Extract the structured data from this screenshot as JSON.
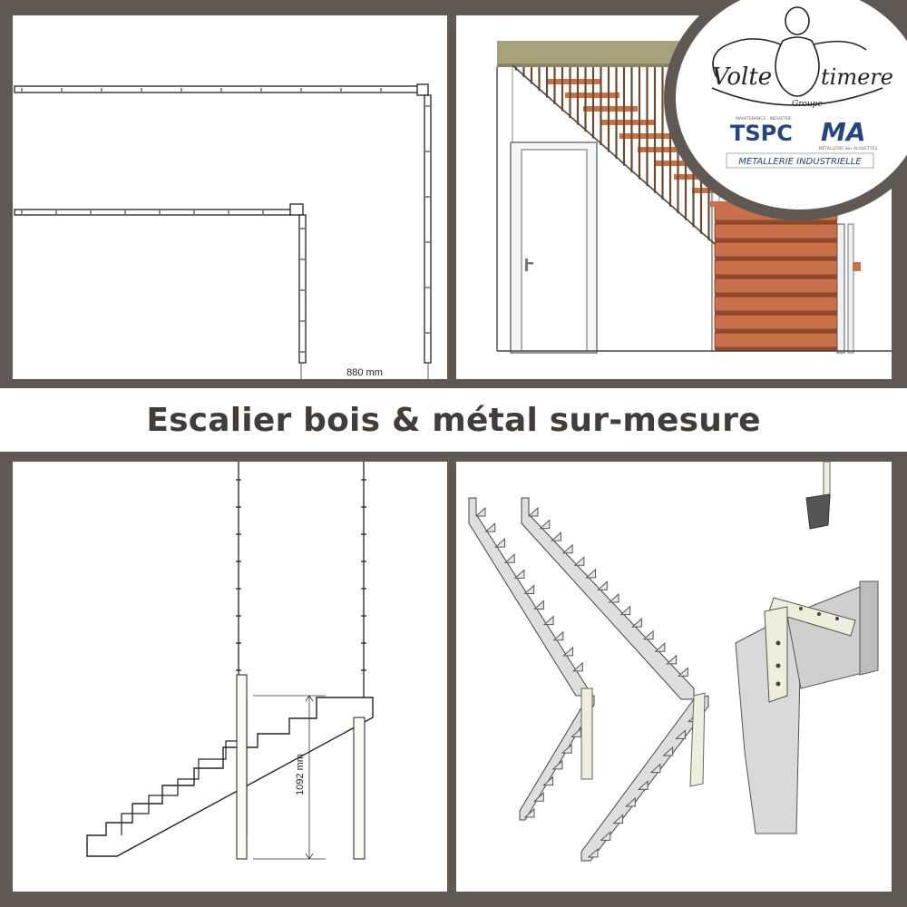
{
  "banner": {
    "title": "Escalier bois & métal sur-mesure"
  },
  "drawings": {
    "top_left": {
      "dimension_label": "880 mm"
    },
    "bottom_left": {
      "dimension_label": "1092 mm"
    }
  },
  "logo": {
    "script_left": "Volte",
    "script_right": "timere",
    "script_small": "Groupe",
    "brand_left": "TSPC",
    "brand_left_tagline": "MAINTENANCE · INDUSTRIE",
    "brand_right": "MA",
    "brand_right_tagline": "MÉTALLERIE des ALOUETTES",
    "footer": "METALLERIE INDUSTRIELLE"
  },
  "colors": {
    "frame": "#5f5853",
    "title": "#423c3a",
    "wood": "#c8704a",
    "steel": "#dcdcdc",
    "logo_blue": "#26467b",
    "logo_red": "#c0392b"
  }
}
